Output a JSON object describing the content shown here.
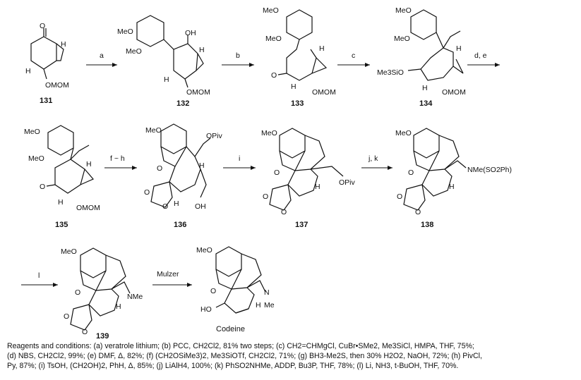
{
  "compounds": {
    "c131": "131",
    "c132": "132",
    "c133": "133",
    "c134": "134",
    "c135": "135",
    "c136": "136",
    "c137": "137",
    "c138": "138",
    "c139": "139",
    "codeine": "Codeine"
  },
  "reagents": {
    "a": "a",
    "b": "b",
    "c": "c",
    "de": "d, e",
    "fh": "f ~ h",
    "i": "i",
    "jk": "j, k",
    "l": "l",
    "mulzer": "Mulzer"
  },
  "labels": {
    "ome": "MeO",
    "o": "O",
    "h": "H",
    "oh": "OH",
    "ho": "HO",
    "omom": "OMOM",
    "me3si": "Me3SiO",
    "opiv": "OPiv",
    "nme_so2ph": "NMe(SO2Ph)",
    "nme": "NMe",
    "n": "N",
    "me": "Me"
  },
  "caption": {
    "line1": "Reagents and conditions: (a) veratrole lithium; (b) PCC, CH2Cl2, 81% two steps; (c) CH2=CHMgCl, CuBr•SMe2, Me3SiCl, HMPA, THF, 75%;",
    "line2": "(d) NBS, CH2Cl2, 99%; (e) DMF, Δ, 82%; (f) (CH2OSiMe3)2, Me3SiOTf, CH2Cl2, 71%; (g) BH3-Me2S, then 30% H2O2, NaOH, 72%; (h) PivCl,",
    "line3": "Py, 87%; (i) TsOH, (CH2OH)2, PhH, Δ, 85%; (j) LiAlH4, 100%; (k) PhSO2NHMe, ADDP, Bu3P, THF, 78%; (l) Li, NH3, t-BuOH, THF, 70%."
  }
}
